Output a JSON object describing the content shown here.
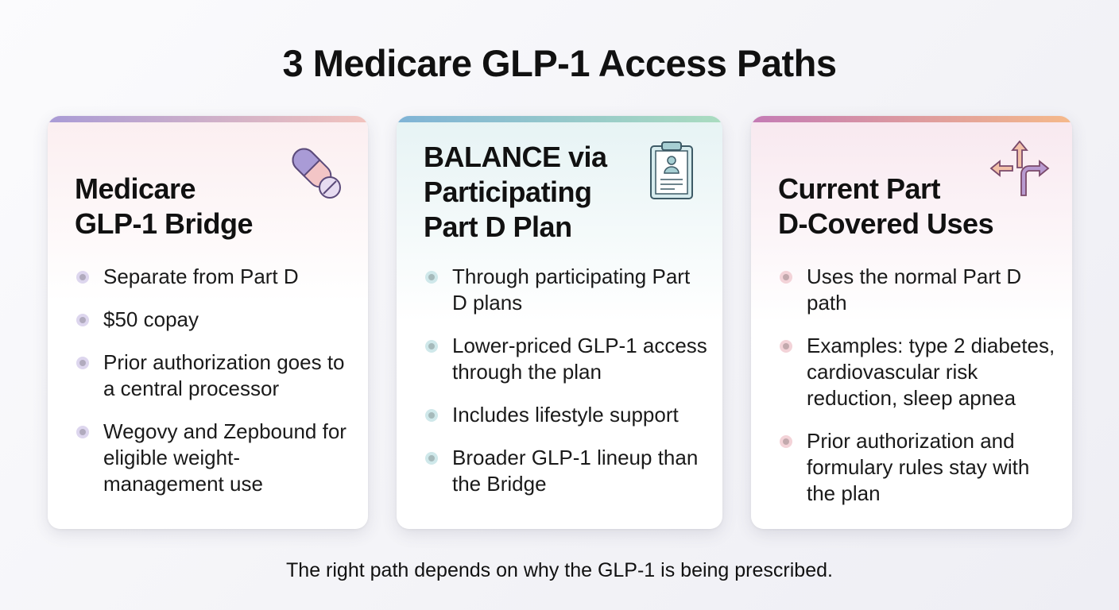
{
  "title": "3 Medicare GLP-1 Access Paths",
  "cards": [
    {
      "title_line1": "Medicare",
      "title_line2": "GLP-1 Bridge",
      "icon": "pill-icon",
      "accent": "#9a8cc8",
      "bullets": [
        "Separate from Part D",
        "$50 copay",
        "Prior authorization goes to a central processor",
        "Wegovy and Zepbound for eligible weight-management use"
      ]
    },
    {
      "title_line1": "BALANCE via",
      "title_line2": "Participating",
      "title_line3": "Part D Plan",
      "icon": "clipboard-icon",
      "accent": "#7bbfc6",
      "bullets": [
        "Through participating Part D plans",
        "Lower-priced GLP-1 access through the plan",
        "Includes lifestyle support",
        "Broader GLP-1 lineup than the Bridge"
      ]
    },
    {
      "title_line1": "Current Part",
      "title_line2": "D-Covered Uses",
      "icon": "split-arrows-icon",
      "accent": "#d0808f",
      "bullets": [
        "Uses the normal Part D path",
        "Examples: type 2 diabetes, cardiovascular risk reduction, sleep apnea",
        "Prior authorization and formulary rules stay with the plan"
      ]
    }
  ],
  "footer": "The right path depends on why the GLP-1 is being prescribed."
}
